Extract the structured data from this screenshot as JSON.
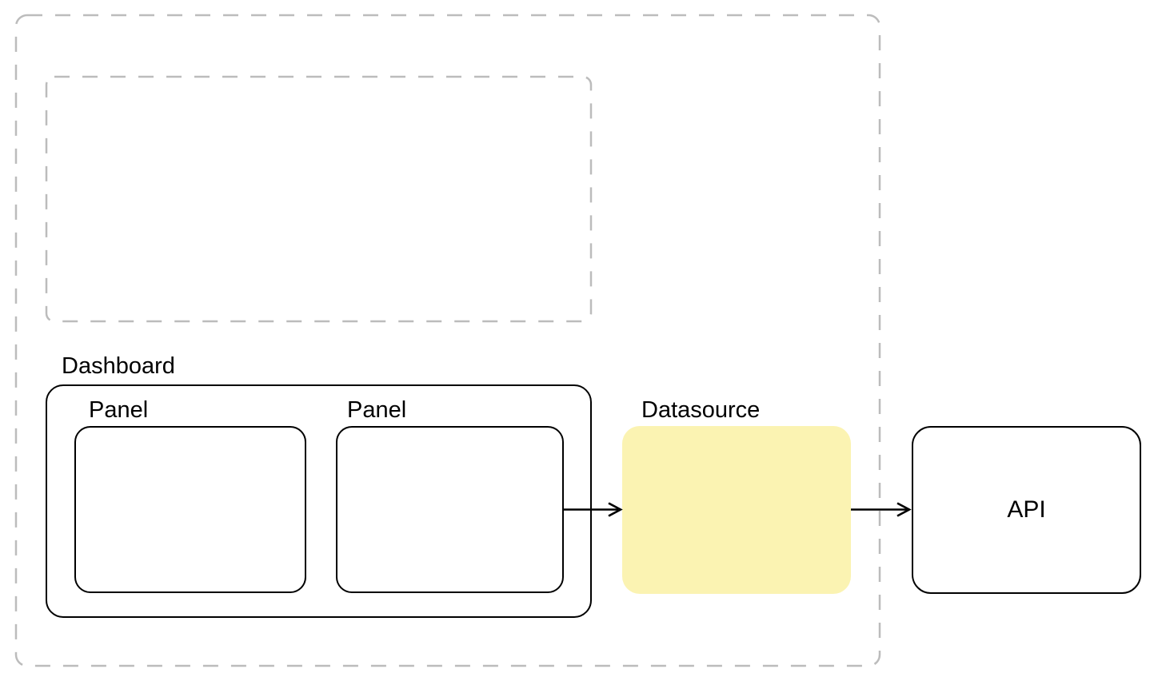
{
  "diagram": {
    "nodes": {
      "dashboard": {
        "label": "Dashboard"
      },
      "panel_1": {
        "label": "Panel"
      },
      "panel_2": {
        "label": "Panel"
      },
      "datasource": {
        "label": "Datasource"
      },
      "api": {
        "label": "API"
      }
    },
    "colors": {
      "datasource_fill": "#fbf3b2",
      "solid_border": "#000000",
      "dashed_border": "#bcbcbc",
      "label_text": "#000000",
      "background": "#ffffff"
    }
  }
}
